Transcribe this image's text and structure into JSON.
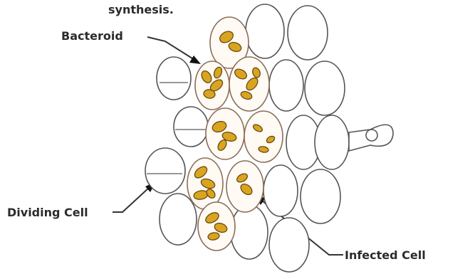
{
  "labels": {
    "top": "synthesis.",
    "bacteroid": "Bacteroid",
    "dividing_cell": "Dividing Cell",
    "infected_cell": "Infected Cell"
  },
  "colors": {
    "bacteroid_fill": "#d9a520",
    "outline": "#555555"
  }
}
